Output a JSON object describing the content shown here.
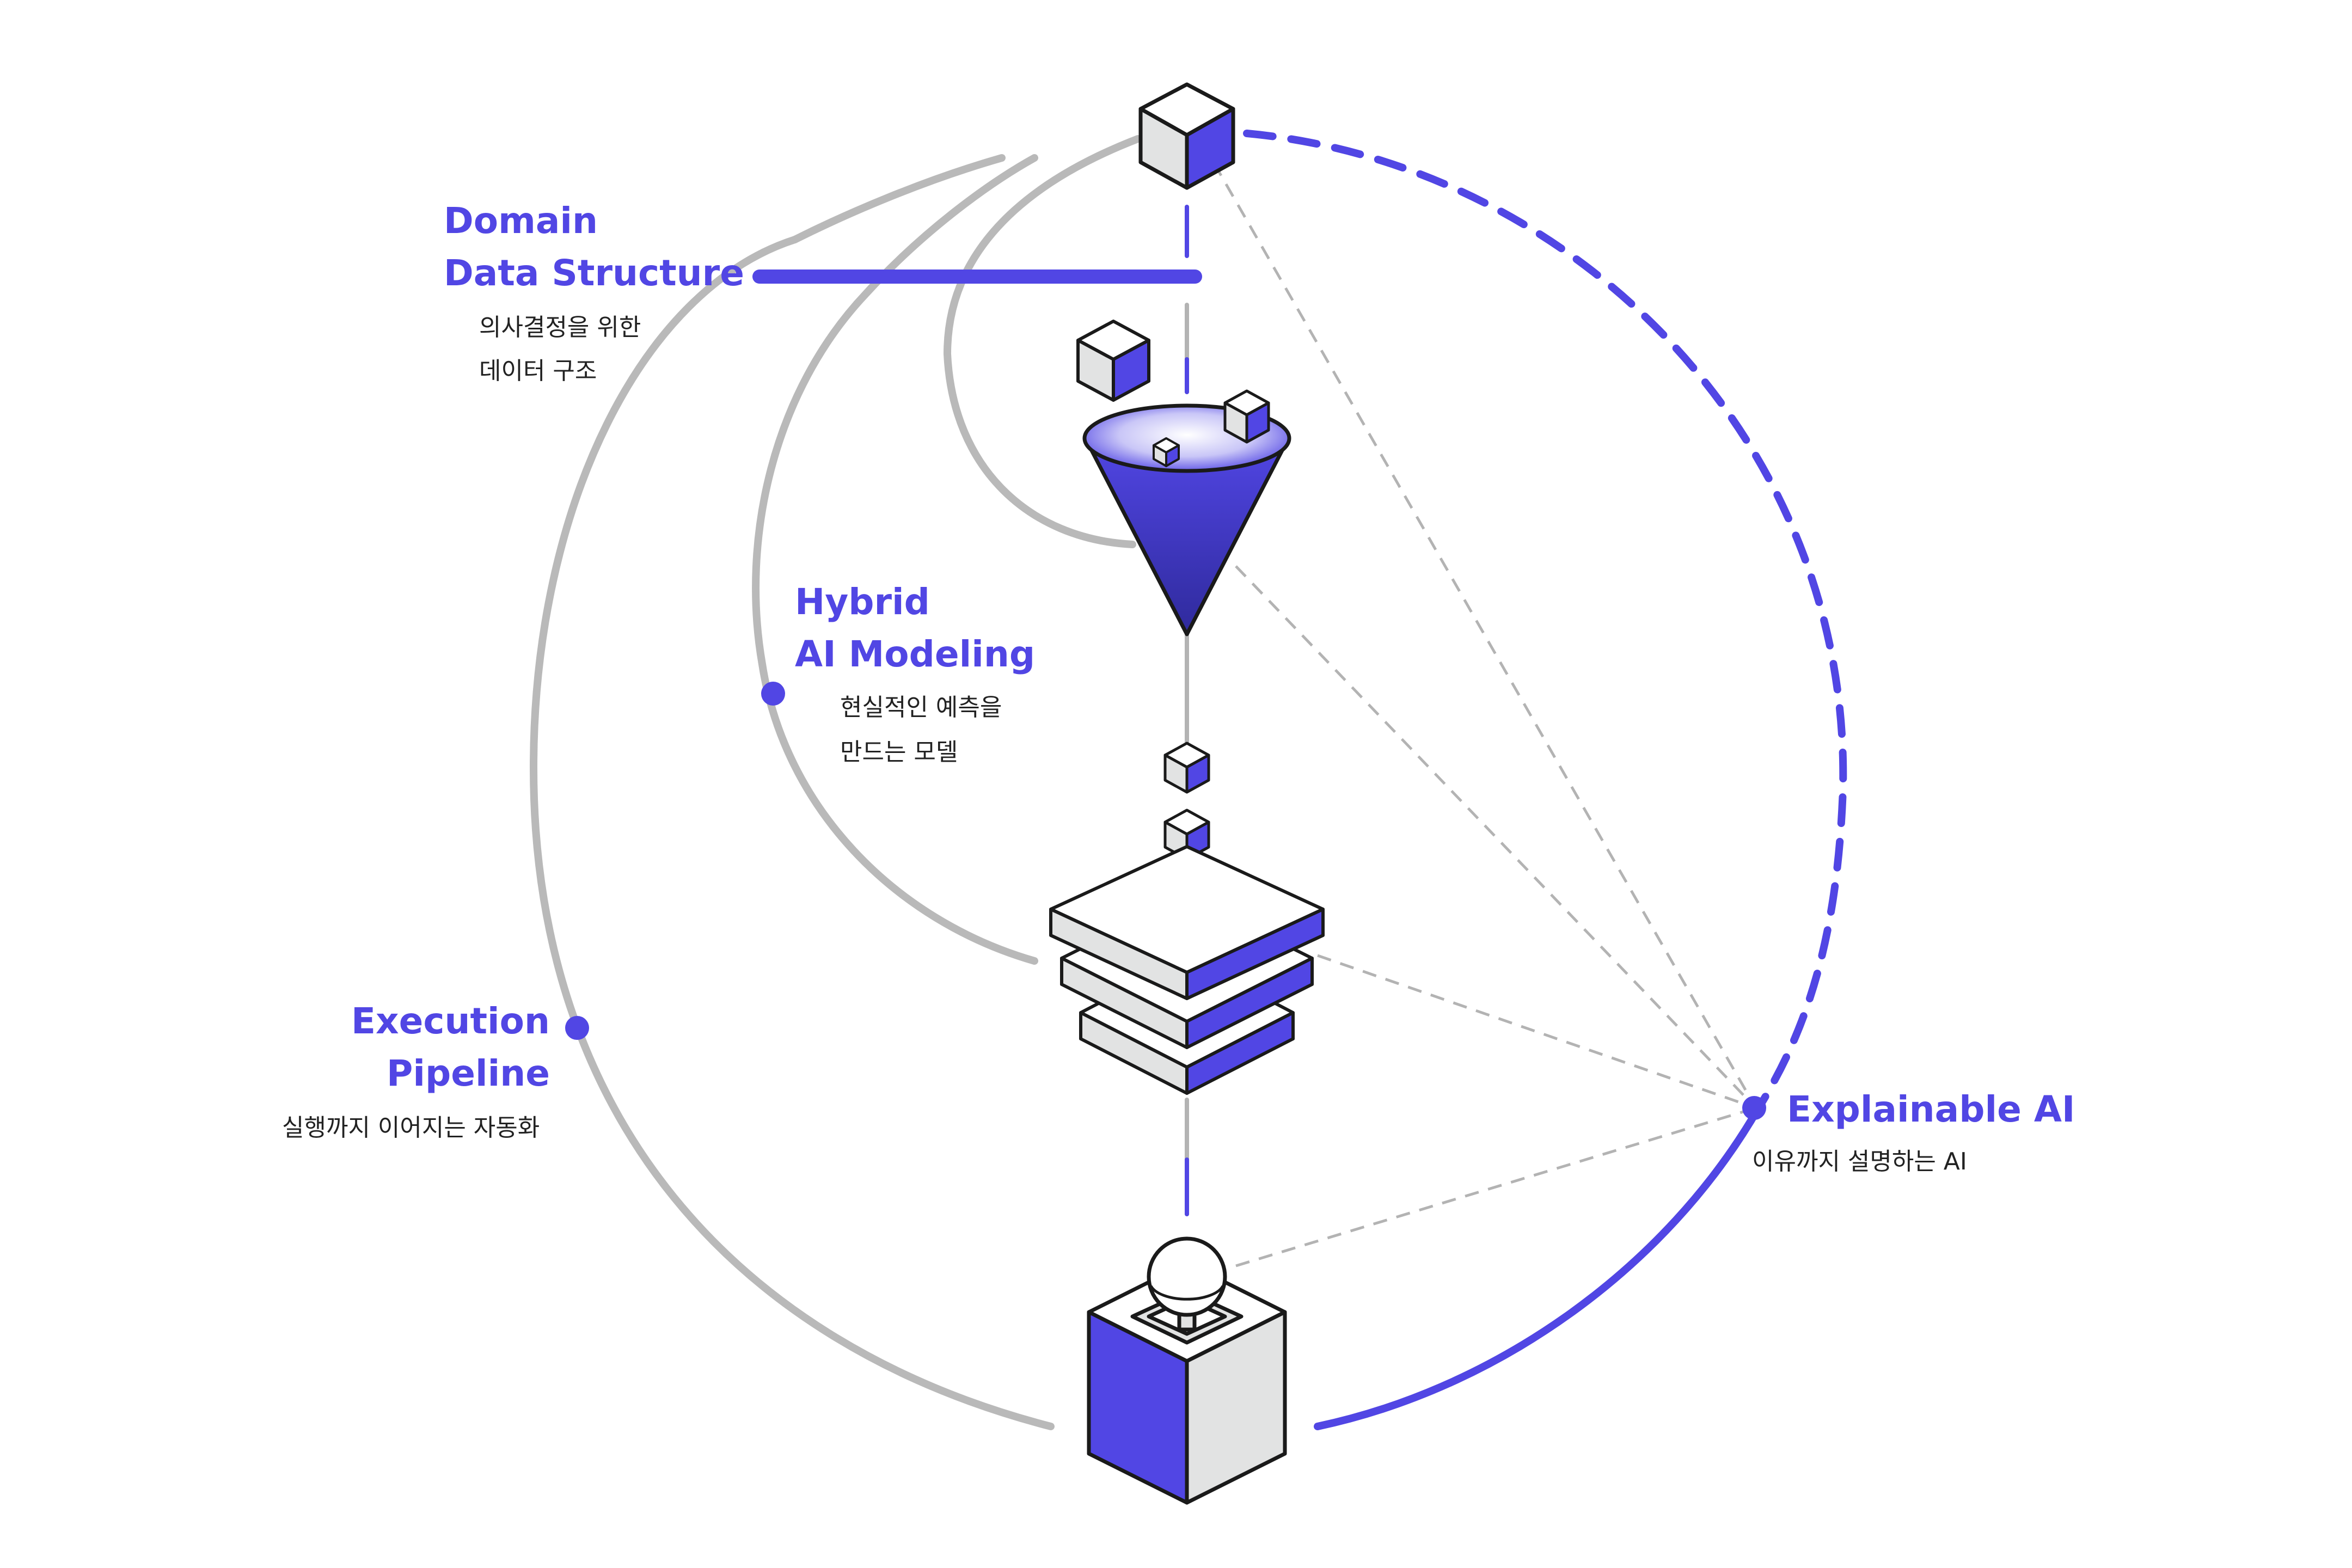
{
  "colors": {
    "accent": "#5146e4",
    "accent_dark": "#2f2a9c",
    "ring_gray": "#b9b9b9",
    "guide_gray": "#b3b3b3",
    "cube_gray": "#e2e3e3",
    "outline": "#1a1a1a"
  },
  "labels": {
    "domain": {
      "title_line1": "Domain",
      "title_line2": "Data Structure",
      "desc_line1": "의사결정을 위한",
      "desc_line2": "데이터 구조"
    },
    "hybrid": {
      "title_line1": "Hybrid",
      "title_line2": "AI Modeling",
      "desc_line1": "현실적인 예측을",
      "desc_line2": "만드는 모델"
    },
    "execution": {
      "title_line1": "Execution",
      "title_line2": "Pipeline",
      "desc": "실행까지 이어지는 자동화"
    },
    "explainable": {
      "title": "Explainable AI",
      "desc": "이유까지 설명하는 AI"
    }
  },
  "icons": [
    "cube-icon",
    "funnel-icon",
    "layer-stack-icon",
    "joystick-block-icon",
    "node-dot-icon"
  ]
}
